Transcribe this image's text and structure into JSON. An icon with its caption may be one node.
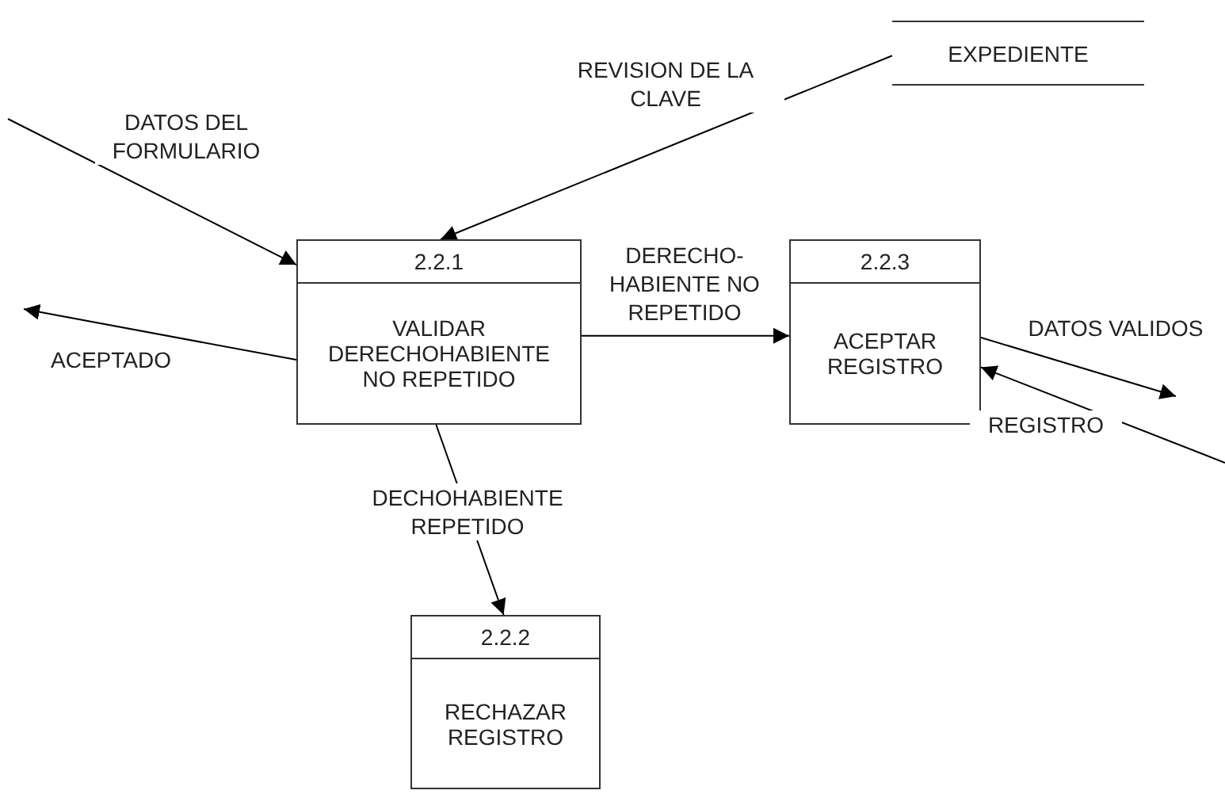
{
  "diagram": {
    "nodes": [
      {
        "text": [
          "EXPEDIENTE"
        ]
      },
      {
        "text": [
          "2.2.1",
          "VALIDAR DERECHOHABIENTE NO REPETIDO"
        ]
      },
      {
        "text": [
          "2.2.3",
          "ACEPTAR REGISTRO"
        ]
      },
      {
        "text": [
          "2.2.2",
          "RECHAZAR REGISTRO"
        ]
      }
    ],
    "edges": [
      {
        "from": null,
        "to": 1,
        "arrow": "to",
        "label": "DATOS DEL FORMULARIO"
      },
      {
        "from": 0,
        "to": 1,
        "arrow": "to",
        "label": "REVISION DE LA CLAVE"
      },
      {
        "from": 1,
        "to": null,
        "arrow": "to",
        "label": "ACEPTADO"
      },
      {
        "from": 1,
        "to": 2,
        "arrow": "to",
        "label": "DERECHO- HABIENTE NO REPETIDO"
      },
      {
        "from": 1,
        "to": 3,
        "arrow": "to",
        "label": "DECHOHABIENTE REPETIDO"
      },
      {
        "from": 2,
        "to": null,
        "arrow": "to",
        "label": "DATOS VALIDOS"
      },
      {
        "from": null,
        "to": 2,
        "arrow": "to",
        "label": "REGISTRO"
      }
    ]
  }
}
